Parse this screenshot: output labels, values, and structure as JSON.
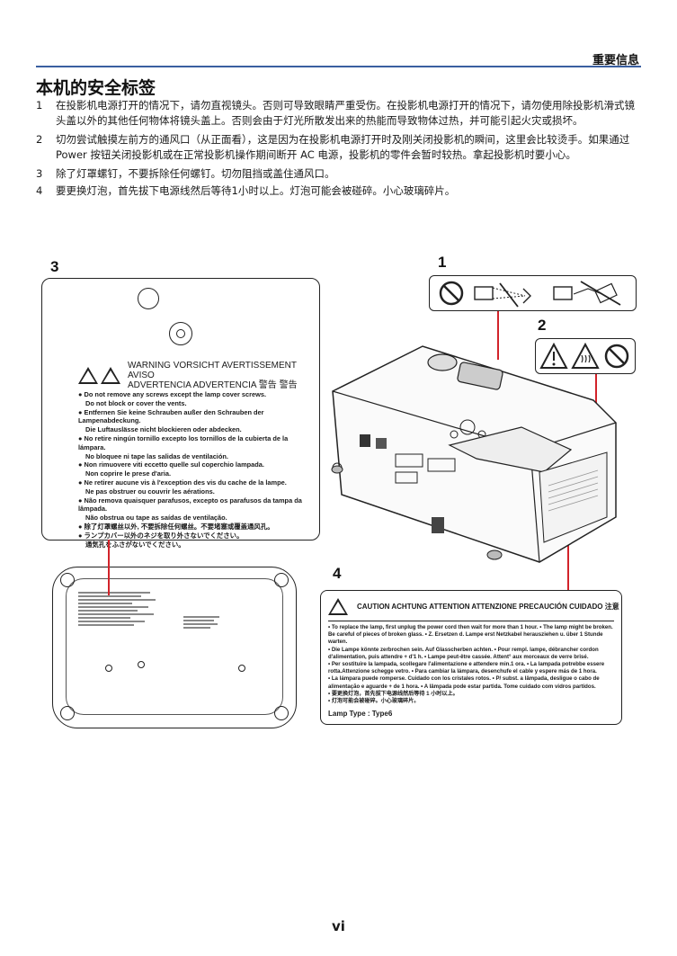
{
  "header": {
    "section": "重要信息"
  },
  "title": "本机的安全标签",
  "items": [
    {
      "num": "1",
      "text": "在投影机电源打开的情况下，请勿直视镜头。否则可导致眼睛严重受伤。在投影机电源打开的情况下，请勿使用除投影机滑式镜头盖以外的其他任何物体将镜头盖上。否则会由于灯光所散发出来的热能而导致物体过热，并可能引起火灾或损坏。"
    },
    {
      "num": "2",
      "text": "切勿尝试触摸左前方的通风口（从正面看），这是因为在投影机电源打开时及刚关闭投影机的瞬间，这里会比较烫手。如果通过 Power 按钮关闭投影机或在正常投影机操作期间断开 AC 电源，投影机的零件会暂时较热。拿起投影机时要小心。"
    },
    {
      "num": "3",
      "text": "除了灯罩螺钉，不要拆除任何螺钉。切勿阻挡或盖住通风口。"
    },
    {
      "num": "4",
      "text": "要更换灯泡，首先拔下电源线然后等待1小时以上。灯泡可能会被碰碎。小心玻璃碎片。"
    }
  ],
  "callouts": {
    "c1": "1",
    "c2": "2",
    "c3": "3",
    "c4": "4"
  },
  "label3": {
    "head_line1": "WARNING  VORSICHT  AVERTISSEMENT  AVISO",
    "head_line2": "ADVERTENCIA   ADVERTENCIA   警告   警告",
    "lines": [
      {
        "b": true,
        "t": "Do not remove any screws except the lamp cover screws."
      },
      {
        "b": false,
        "t": "Do not block or cover the vents."
      },
      {
        "b": true,
        "t": "Entfernen Sie keine Schrauben außer den Schrauben der Lampenabdeckung."
      },
      {
        "b": false,
        "t": "Die Luftauslässe nicht blockieren oder abdecken."
      },
      {
        "b": true,
        "t": "No retire ningún tornillo excepto los tornillos de la cubierta de la lámpara."
      },
      {
        "b": false,
        "t": "No bloquee ni tape las salidas de ventilación."
      },
      {
        "b": true,
        "t": "Non rimuovere viti eccetto quelle sul coperchio lampada."
      },
      {
        "b": false,
        "t": "Non coprire le prese d'aria."
      },
      {
        "b": true,
        "t": "Ne retirer aucune vis à l'exception des vis du cache de la lampe."
      },
      {
        "b": false,
        "t": "Ne pas obstruer ou couvrir les aérations."
      },
      {
        "b": true,
        "t": "Não remova quaisquer parafusos, excepto os parafusos da tampa da lâmpada."
      },
      {
        "b": false,
        "t": "Não obstrua ou tape as saídas de ventilação."
      },
      {
        "b": true,
        "t": "除了灯罩螺丝以外, 不要拆除任何螺丝。不要堵塞或覆盖通风孔。"
      },
      {
        "b": true,
        "t": "ランプカバー以外のネジを取り外さないでください。"
      },
      {
        "b": false,
        "t": "通気孔をふさがないでください。"
      }
    ]
  },
  "label4": {
    "head": "CAUTION  ACHTUNG  ATTENTION  ATTENZIONE  PRECAUCIÓN  CUIDADO  注意",
    "lines": [
      "• To replace the lamp, first unplug the power cord then wait for more than 1 hour. • The lamp might be broken.",
      "Be careful of pieces of broken glass.  • Z. Ersetzen d. Lampe erst Netzkabel herausziehen u. über 1 Stunde warten.",
      "• Die Lampe könnte zerbrochen sein. Auf Glasscherben achten.  • Pour rempl. lampe, débrancher cordon",
      "d'alimentation, puis attendre + d'1 h.  • Lampe peut-être cassée. Attent° aux morceaux de verre brisé.",
      "• Per sostituire la lampada, scollegare l'alimentazione e attendere min.1 ora.  • La lampada potrebbe essere",
      "rotta.Attenzione schegge vetro.  • Para cambiar la lámpara, desenchufe el cable y espere más de 1 hora.",
      "• La lámpara puede romperse. Cuidado con los cristales rotos.  • P/ subst. a lâmpada, desligue o cabo de",
      "alimentação e aguarde + de 1 hora.  • A lâmpada pode estar partida. Tome cuidado com vidros partidos.",
      "• 要更换灯泡，首先拔下电源线然后等待 1 小时以上。",
      "• 灯泡可能会被碰碎。小心玻璃碎片。"
    ],
    "lamp_type": "Lamp Type : Type6"
  },
  "page_number": "vi"
}
